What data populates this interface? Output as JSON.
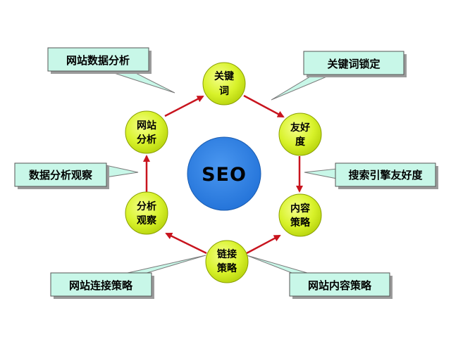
{
  "center": {
    "label": "SEO"
  },
  "nodes": {
    "keyword": {
      "line1": "关键",
      "line2": "词"
    },
    "friendly": {
      "line1": "友好",
      "line2": "度"
    },
    "content": {
      "line1": "内容",
      "line2": "策略"
    },
    "link": {
      "line1": "链接",
      "line2": "策略"
    },
    "observe": {
      "line1": "分析",
      "line2": "观察"
    },
    "analyze": {
      "line1": "网站",
      "line2": "分析"
    }
  },
  "callouts": {
    "site_data_analysis": "网站数据分析",
    "keyword_lock": "关键词锁定",
    "search_engine_friendly": "搜索引擎友好度",
    "data_analysis_observe": "数据分析观察",
    "site_link_strategy": "网站连接策略",
    "site_content_strategy": "网站内容策略"
  },
  "colors": {
    "node_fill": "#d8f22a",
    "center_fill": "#2a7de2",
    "arrow": "#c8141e",
    "callout_fill": "#c8f7e8",
    "callout_shadow": "#9b9b9b"
  }
}
